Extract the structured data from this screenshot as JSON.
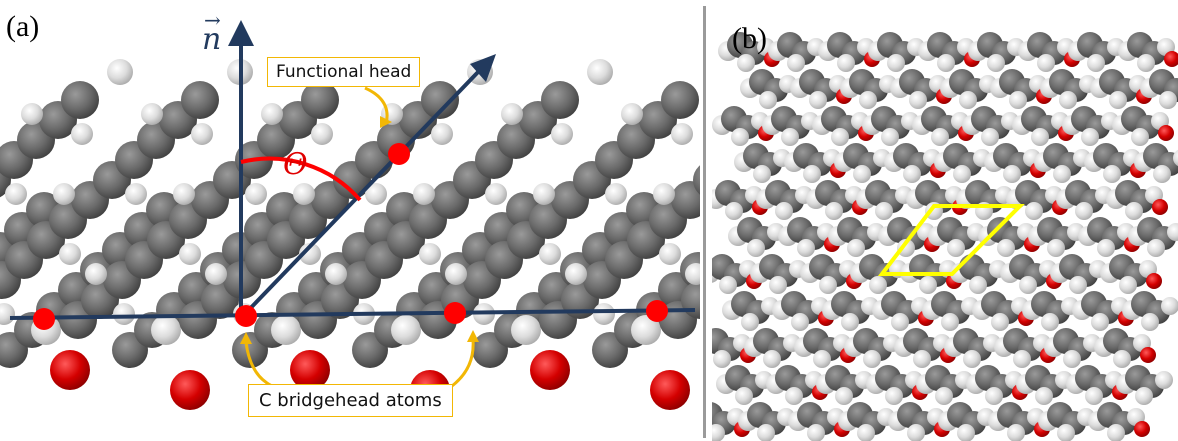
{
  "panel_a": {
    "label": "(a)",
    "normal_symbol": "n",
    "normal_arrow": "→",
    "angle_symbol": "Θ",
    "functional_head_label": "Functional head",
    "bridgehead_label": "C bridgehead atoms"
  },
  "panel_b": {
    "label": "(b)"
  },
  "colors": {
    "carbon": "#6b6b6b",
    "hydrogen": "#dcdcdc",
    "oxygen": "#d40000",
    "axis": "#223a5e",
    "marker": "#ff0000",
    "callout_border": "#f2b705",
    "unit_cell": "#ffff00"
  }
}
